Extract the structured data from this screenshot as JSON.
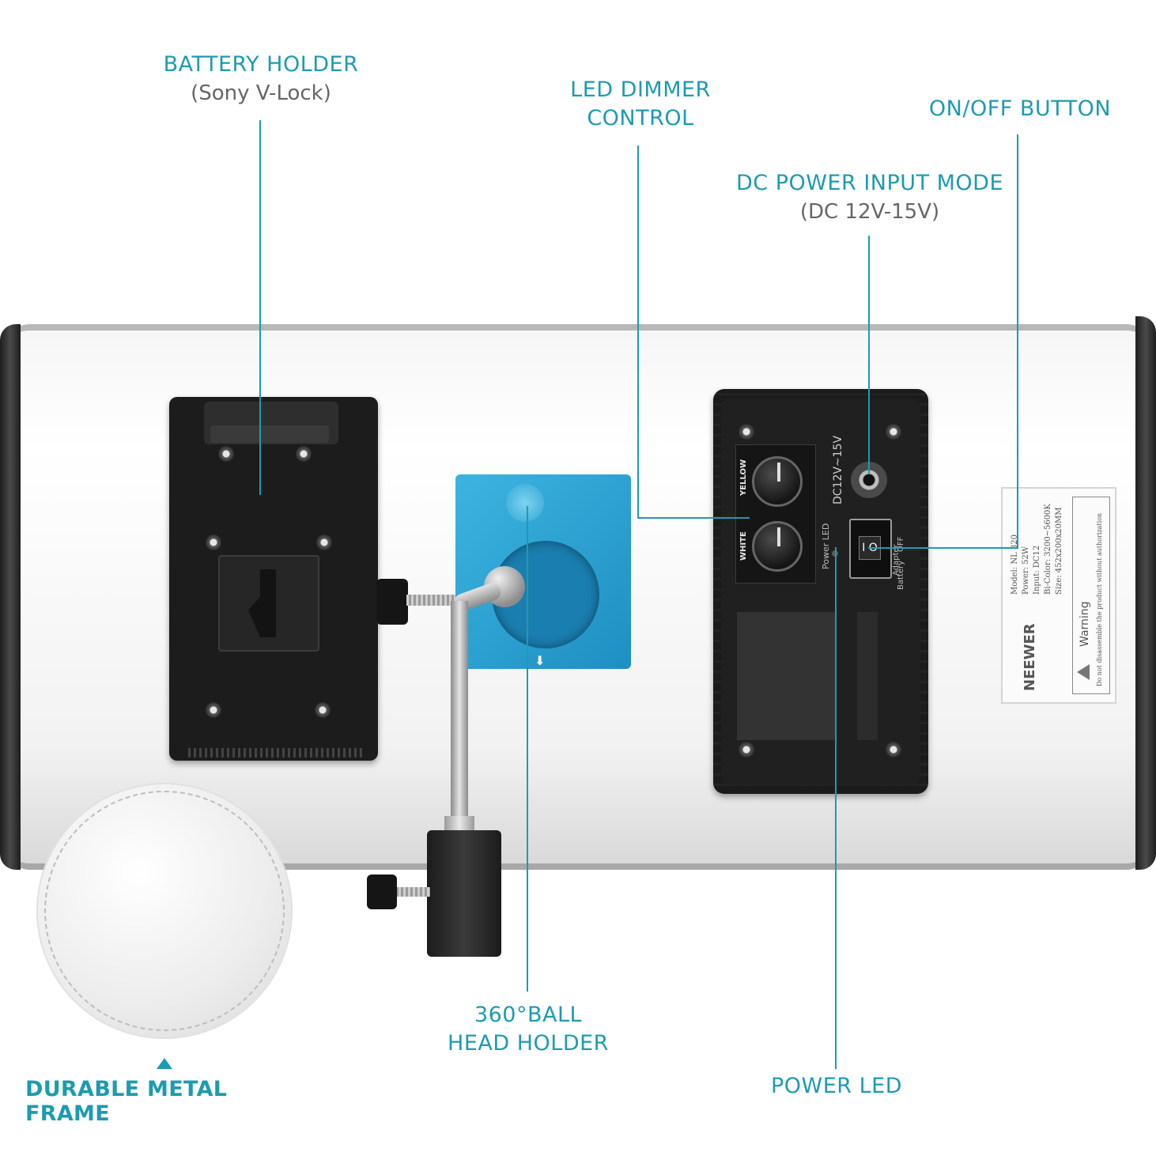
{
  "callouts": {
    "battery_holder": {
      "title": "BATTERY HOLDER",
      "subtitle": "(Sony V-Lock)"
    },
    "led_dimmer": {
      "title_line1": "LED DIMMER",
      "title_line2": "CONTROL"
    },
    "on_off": {
      "title": "ON/OFF BUTTON"
    },
    "dc_power": {
      "title": "DC POWER INPUT MODE",
      "subtitle": "(DC 12V-15V)"
    },
    "ball_head": {
      "title_line1": "360°BALL",
      "title_line2": "HEAD HOLDER"
    },
    "power_led": {
      "title": "POWER LED"
    },
    "metal_frame": {
      "title": "DURABLE METAL FRAME"
    }
  },
  "control_box": {
    "yellow_label": "YELLOW",
    "white_label": "WHITE",
    "dc_label": "DC12V~15V",
    "power_led_label": "Power LED",
    "battery_label": "Battery",
    "off_label": "OFF",
    "adapter_label": "Adapter"
  },
  "spec_label": {
    "brand": "NEEWER",
    "model": "Model: NL 320",
    "power": "Power: 52W",
    "input": "Input: DC12",
    "bicolor": "Bi-Color: 3200~5600K",
    "size": "Size: 452x200x20MM",
    "warning_title": "Warning",
    "warning_text": "Do not disassemble the product without authorization"
  },
  "colors": {
    "accent": "#1d9bb0",
    "subtitle": "#666666",
    "mount_blue": "#2fa7d6"
  }
}
